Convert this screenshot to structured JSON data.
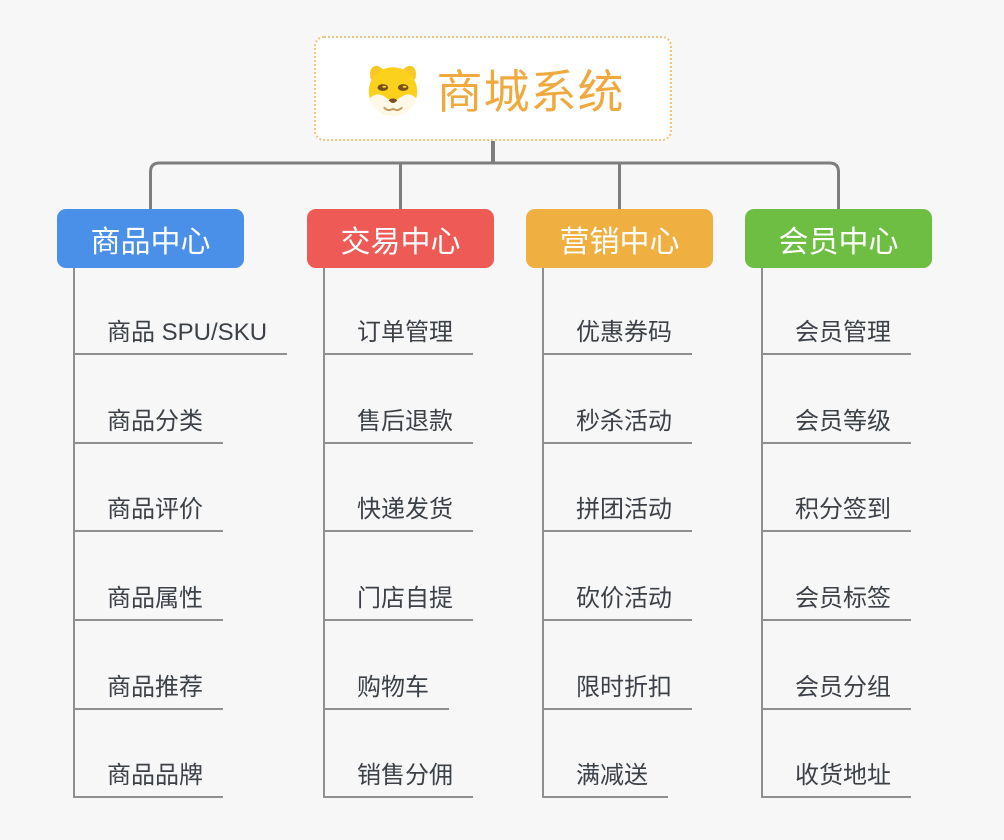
{
  "root": {
    "title": "商城系统",
    "icon": "dog-face-icon"
  },
  "branches": [
    {
      "id": "product-center",
      "label": "商品中心",
      "color": "#4a8fe8",
      "items": [
        "商品 SPU/SKU",
        "商品分类",
        "商品评价",
        "商品属性",
        "商品推荐",
        "商品品牌"
      ]
    },
    {
      "id": "trade-center",
      "label": "交易中心",
      "color": "#ee5a55",
      "items": [
        "订单管理",
        "售后退款",
        "快递发货",
        "门店自提",
        "购物车",
        "销售分佣"
      ]
    },
    {
      "id": "marketing-center",
      "label": "营销中心",
      "color": "#efaf41",
      "items": [
        "优惠券码",
        "秒杀活动",
        "拼团活动",
        "砍价活动",
        "限时折扣",
        "满减送"
      ]
    },
    {
      "id": "member-center",
      "label": "会员中心",
      "color": "#6fbe44",
      "items": [
        "会员管理",
        "会员等级",
        "积分签到",
        "会员标签",
        "会员分组",
        "收货地址"
      ]
    }
  ],
  "styles": {
    "background": "#f7f7f7",
    "connector_color": "#7e7e7e",
    "line_color": "#8f8f8f",
    "root_text_color": "#efa93f",
    "root_border_color": "#f2c37b",
    "leaf_text_color": "#3c4147"
  }
}
